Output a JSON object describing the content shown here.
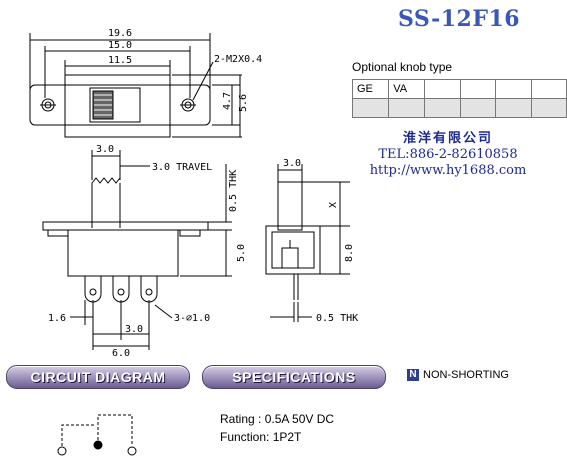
{
  "title": "SS-12F16",
  "dimensions": {
    "overall_length": "19.6",
    "hole_spacing": "15.0",
    "body_length": "11.5",
    "hole_callout": "2-M2X0.4",
    "height_47": "4.7",
    "height_56": "5.6",
    "knob_width": "3.0",
    "travel": "3.0 TRAVEL",
    "thickness_front": "0.5 THK",
    "body_height": "5.0",
    "pin_offset": "1.6",
    "pin_pitch": "3.0",
    "pin_span": "6.0",
    "pin_holes": "3-∅1.0",
    "side_knob_width": "3.0",
    "knob_height_var": "X",
    "side_height": "8.0",
    "side_thickness": "0.5 THK"
  },
  "knob_options": {
    "label": "Optional knob type",
    "row1": [
      "GE",
      "VA",
      "",
      "",
      "",
      ""
    ],
    "row2": [
      "",
      "",
      "",
      "",
      "",
      ""
    ]
  },
  "company": {
    "name": "淮洋有限公司",
    "tel": "TEL:886-2-82610858",
    "url": "http://www.hy1688.com"
  },
  "sections": {
    "circuit": "CIRCUIT DIAGRAM",
    "specs": "SPECIFICATIONS",
    "non_shorting_badge": "N",
    "non_shorting": "NON-SHORTING"
  },
  "specs": {
    "rating": "Rating : 0.5A 50V DC",
    "function": "Function: 1P2T"
  }
}
